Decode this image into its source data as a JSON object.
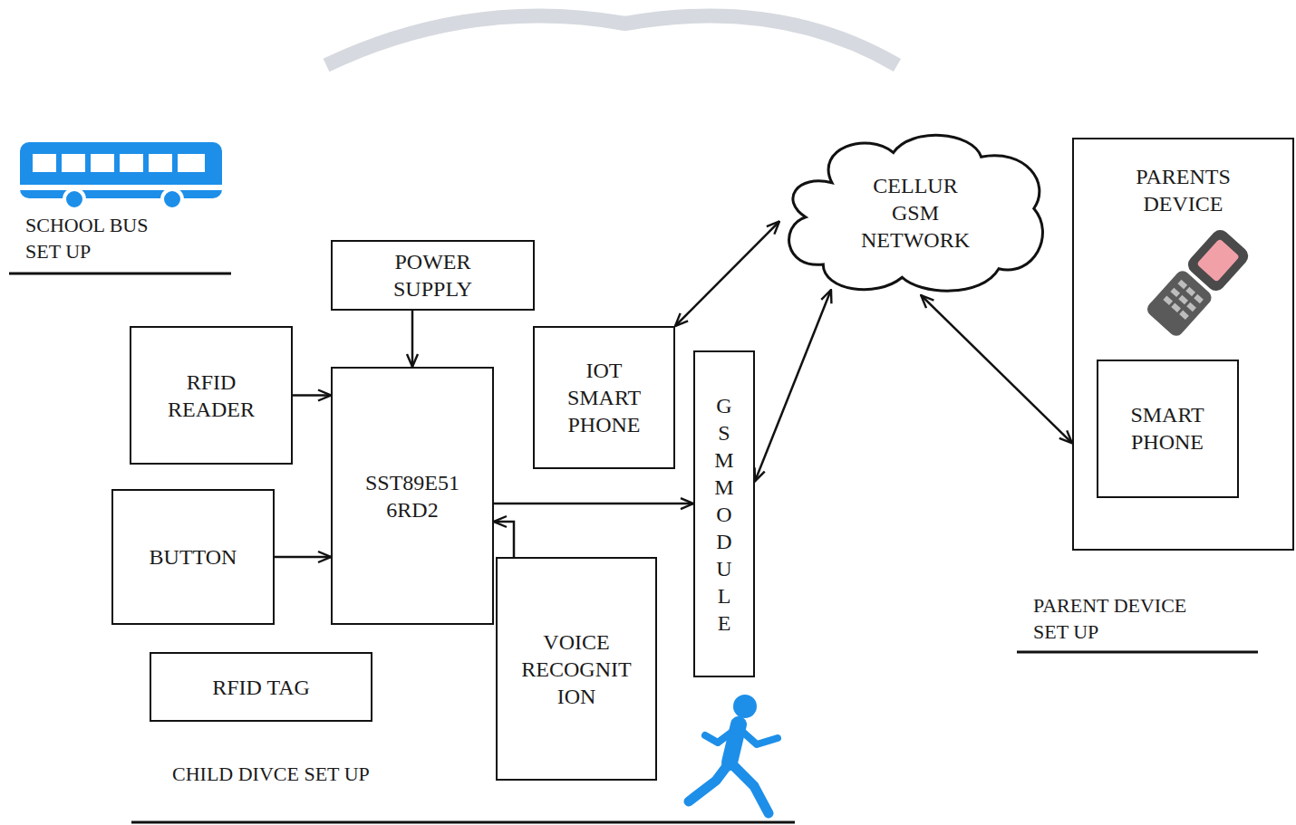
{
  "diagram": {
    "nodes": [
      {
        "text": [
          "POWER SUPPLY"
        ]
      },
      {
        "text": [
          "RFID READER"
        ]
      },
      {
        "text": [
          "SST89E51 6RD2"
        ]
      },
      {
        "text": [
          "IOT SMART PHONE"
        ]
      },
      {
        "text": [
          "GSMMODULE"
        ]
      },
      {
        "text": [
          "BUTTON"
        ]
      },
      {
        "text": [
          "VOICE RECOGNIT ION"
        ]
      },
      {
        "text": [
          "RFID TAG"
        ]
      },
      {
        "text": [
          "CELLUR GSM NETWORK"
        ]
      },
      {
        "text": [
          "PARENTS DEVICE"
        ]
      },
      {
        "text": [
          "SMART PHONE"
        ],
        "in": 9
      }
    ],
    "edges": [
      {
        "from": 0,
        "to": 2,
        "arrow": "to"
      },
      {
        "from": 1,
        "to": 2,
        "arrow": "to"
      },
      {
        "from": 5,
        "to": 2,
        "arrow": "to"
      },
      {
        "from": 2,
        "to": 4,
        "arrow": "to"
      },
      {
        "from": 6,
        "to": 2,
        "arrow": "to"
      },
      {
        "from": 3,
        "to": 8,
        "arrow": "both"
      },
      {
        "from": 4,
        "to": 8,
        "arrow": "both"
      },
      {
        "from": 8,
        "to": 9,
        "arrow": "both"
      }
    ],
    "labels": [
      "SCHOOL BUS SET UP",
      "PARENT DEVICE SET UP",
      "CHILD DIVCE SET UP"
    ]
  }
}
